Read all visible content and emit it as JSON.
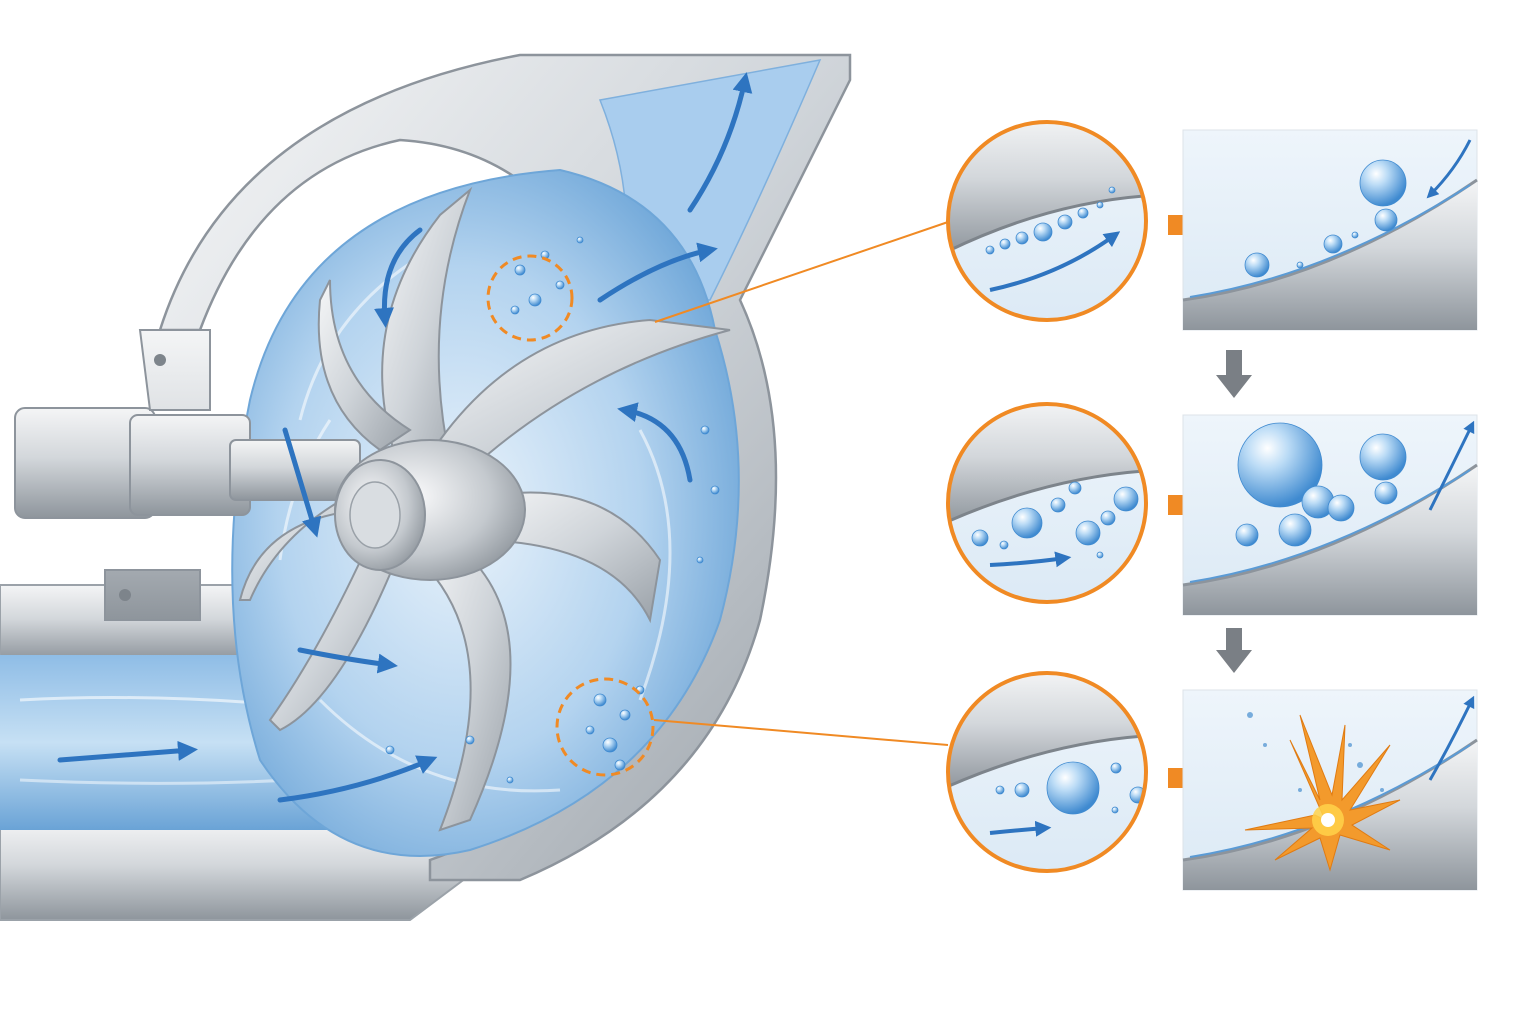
{
  "palette": {
    "metal_light": "#eef0f2",
    "metal_mid": "#c9ced4",
    "metal_dark": "#8d949c",
    "water_light": "#dcebf7",
    "water_mid": "#9cc4e6",
    "water_deep": "#5b9bd5",
    "flow_arrow": "#2e74c0",
    "callout_orange": "#f08a24",
    "step_arrow_gray": "#7a7f85",
    "spark_yellow": "#ffd24a"
  },
  "icons": {
    "flow": "flow-arrow-icon",
    "step_right": "orange-right-arrow-icon",
    "step_down": "gray-down-arrow-icon",
    "implosion": "implosion-burst-icon"
  },
  "stages": [
    {
      "id": "bubble-formation",
      "bubble_count": "small"
    },
    {
      "id": "bubble-growth",
      "bubble_count": "large"
    },
    {
      "id": "bubble-collapse",
      "bubble_count": "implosion"
    }
  ]
}
